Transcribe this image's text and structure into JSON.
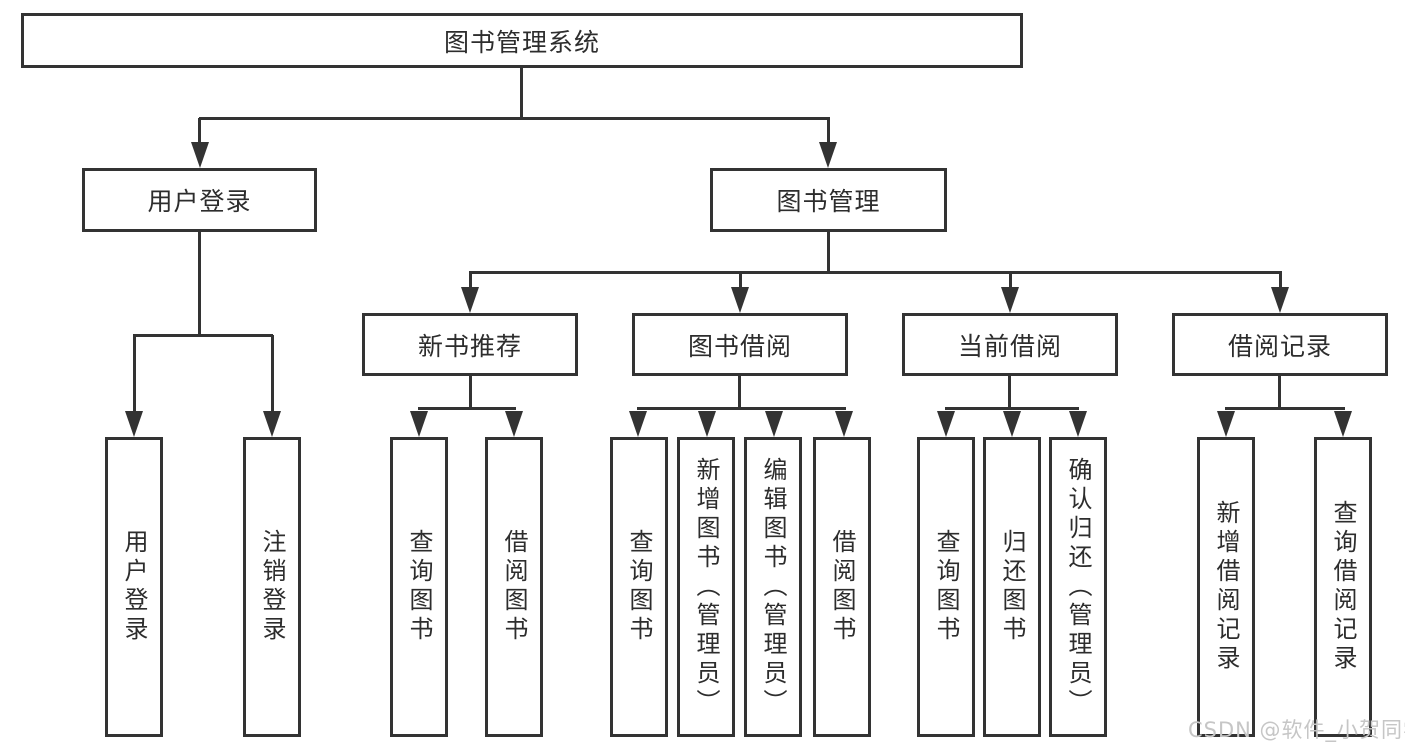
{
  "title": "图书管理系统",
  "level2": {
    "user_login": "用户登录",
    "book_management": "图书管理"
  },
  "level3": {
    "new_book_recommend": "新书推荐",
    "book_borrow": "图书借阅",
    "current_borrow": "当前借阅",
    "borrow_record": "借阅记录"
  },
  "leaves": {
    "user_login": [
      "用户登录",
      "注销登录"
    ],
    "new_book_recommend": [
      "查询图书",
      "借阅图书"
    ],
    "book_borrow": [
      "查询图书",
      "新增图书（管理员）",
      "编辑图书（管理员）",
      "借阅图书"
    ],
    "current_borrow": [
      "查询图书",
      "归还图书",
      "确认归还（管理员）"
    ],
    "borrow_record": [
      "新增借阅记录",
      "查询借阅记录"
    ]
  },
  "watermark": "CSDN @软件_小贺同学",
  "colors": {
    "line": "#333333",
    "text": "#2d2d2d",
    "watermark": "#c6c6c6",
    "background": "#ffffff"
  }
}
